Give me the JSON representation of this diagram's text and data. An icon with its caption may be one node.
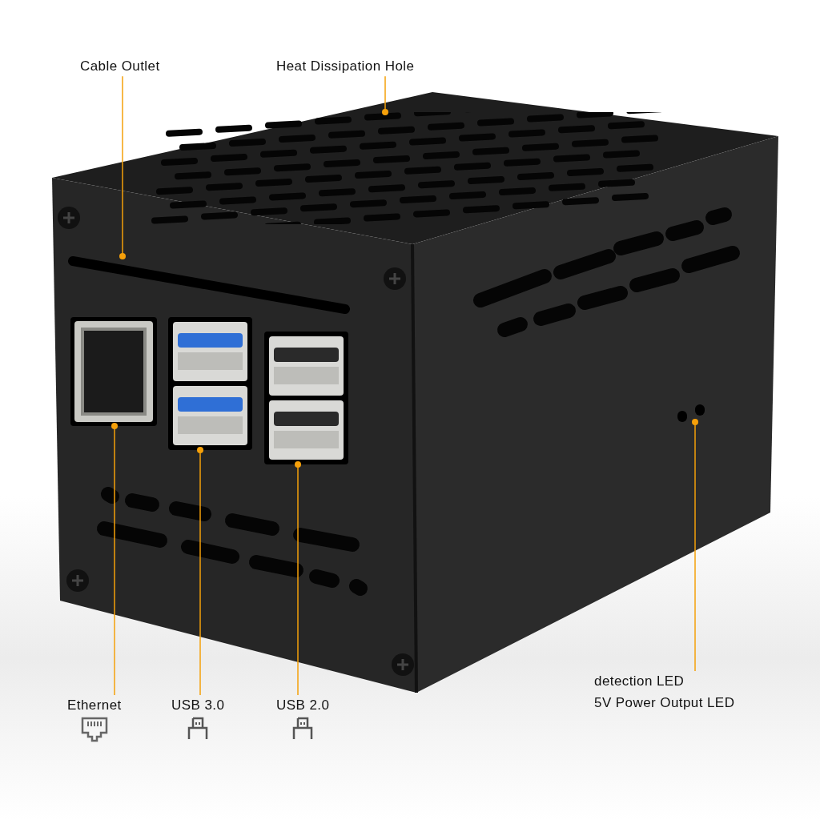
{
  "diagram": {
    "nodes": [
      {
        "text": [
          "Cable Outlet"
        ]
      },
      {
        "text": [
          "Heat Dissipation Hole"
        ]
      },
      {
        "text": [
          "Ethernet"
        ]
      },
      {
        "text": [
          "USB 3.0"
        ]
      },
      {
        "text": [
          "USB 2.0"
        ]
      },
      {
        "text": [
          "detection LED",
          "5V Power Output LED"
        ]
      },
      {
        "text": [],
        "shape": "bar"
      },
      {
        "text": [],
        "shape": "box"
      },
      {
        "text": [],
        "shape": "box"
      },
      {
        "text": [],
        "shape": "box"
      },
      {
        "text": [],
        "shape": "box"
      },
      {
        "text": [],
        "shape": "circle"
      }
    ],
    "edges": [
      {
        "from": 0,
        "to": 6,
        "arrow": "other"
      },
      {
        "from": 1,
        "to": 7,
        "arrow": "other"
      },
      {
        "from": 2,
        "to": 8,
        "arrow": "other"
      },
      {
        "from": 3,
        "to": 9,
        "arrow": "other"
      },
      {
        "from": 4,
        "to": 10,
        "arrow": "other"
      },
      {
        "from": 5,
        "to": 11,
        "arrow": "other"
      }
    ]
  }
}
